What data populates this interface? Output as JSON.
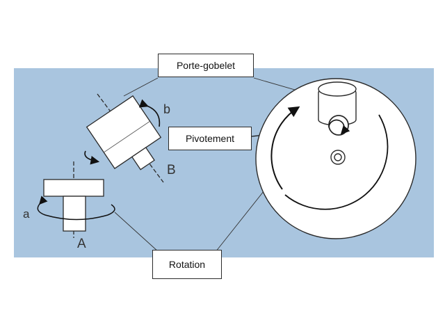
{
  "callouts": {
    "porte_gobelet": "Porte-gobelet",
    "pivotement": "Pivotement",
    "rotation": "Rotation"
  },
  "letters": {
    "a": "a",
    "b": "b",
    "A": "A",
    "B": "B"
  },
  "colors": {
    "panel_background": "#a9c5df",
    "drawing_line": "#2a2a2a",
    "part_fill": "#ffffff"
  }
}
